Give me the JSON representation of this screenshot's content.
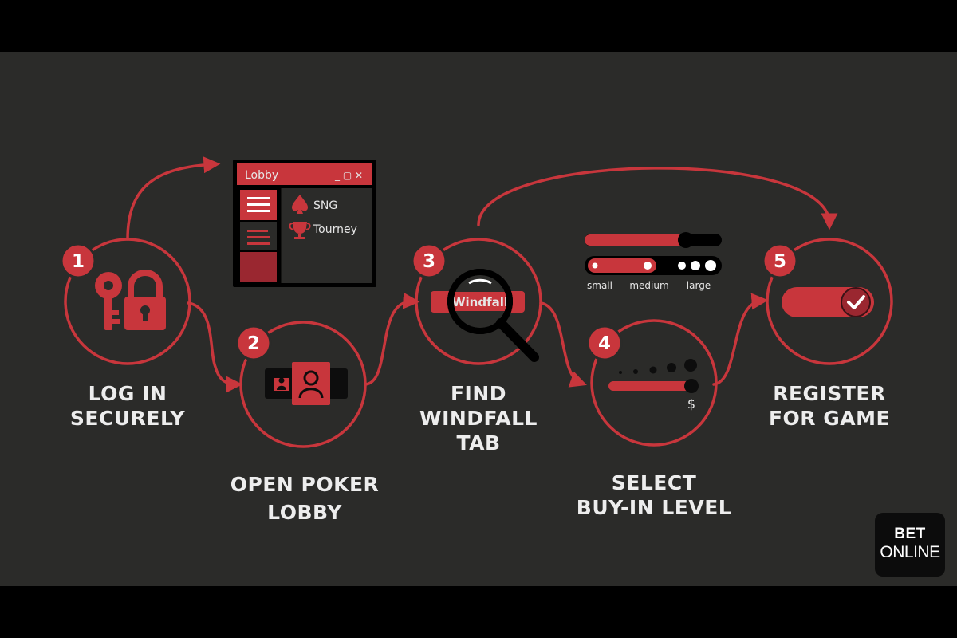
{
  "steps": [
    {
      "number": "1",
      "label_lines": [
        "LOG IN",
        "SECURELY"
      ]
    },
    {
      "number": "2",
      "label_lines": [
        "OPEN POKER",
        "LOBBY"
      ]
    },
    {
      "number": "3",
      "label_lines": [
        "FIND",
        "WINDFALL",
        "TAB"
      ]
    },
    {
      "number": "4",
      "label_lines": [
        "SELECT",
        "BUY-IN LEVEL"
      ]
    },
    {
      "number": "5",
      "label_lines": [
        "REGISTER",
        "FOR GAME"
      ]
    }
  ],
  "lobby_window": {
    "title": "Lobby",
    "controls": "_ ▢ ✕",
    "items": [
      "SNG",
      "Tourney"
    ]
  },
  "search": {
    "tab_text": "Windfall"
  },
  "buyin_sizes": [
    "small",
    "medium",
    "large"
  ],
  "currency_symbol": "$",
  "brand": {
    "line1": "BET",
    "line2": "ONLINE"
  },
  "colors": {
    "accent": "#c8363c",
    "accent_dark": "#9a2730",
    "background": "#2b2b29",
    "text": "#ededed"
  }
}
